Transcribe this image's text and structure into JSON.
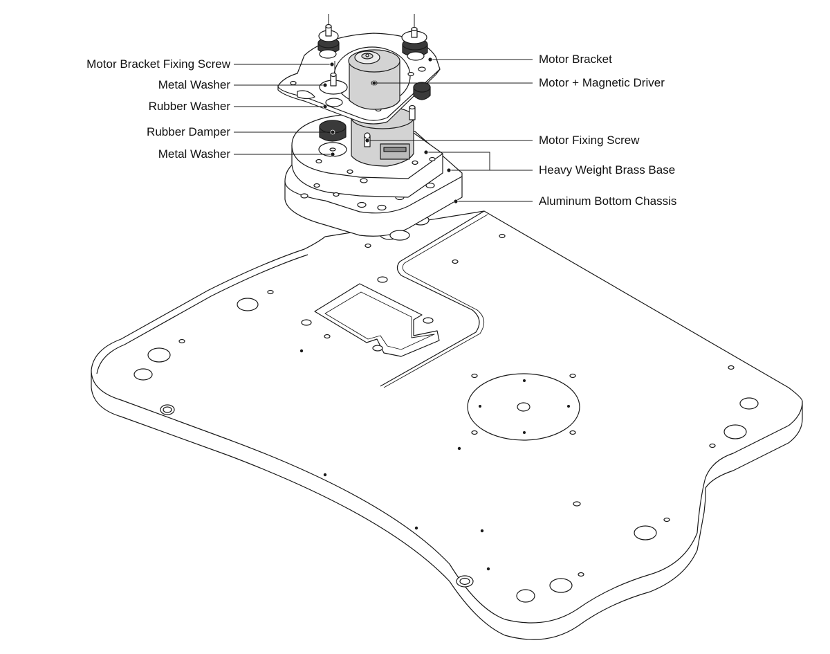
{
  "labels_left": {
    "bracket_fixing_screw": "Motor Bracket Fixing Screw",
    "metal_washer_top": "Metal Washer",
    "rubber_washer": "Rubber Washer",
    "rubber_damper": "Rubber Damper",
    "metal_washer_bottom": "Metal Washer"
  },
  "labels_right": {
    "motor_bracket": "Motor Bracket",
    "motor_driver": "Motor + Magnetic Driver",
    "motor_fixing_screw": "Motor Fixing Screw",
    "brass_base": "Heavy Weight Brass Base",
    "bottom_chassis": "Aluminum Bottom Chassis"
  },
  "colors": {
    "line": "#1a1a1a",
    "motor_fill": "#d3d3d3",
    "rubber_fill": "#3a3a3a",
    "part_fill": "#ffffff"
  }
}
